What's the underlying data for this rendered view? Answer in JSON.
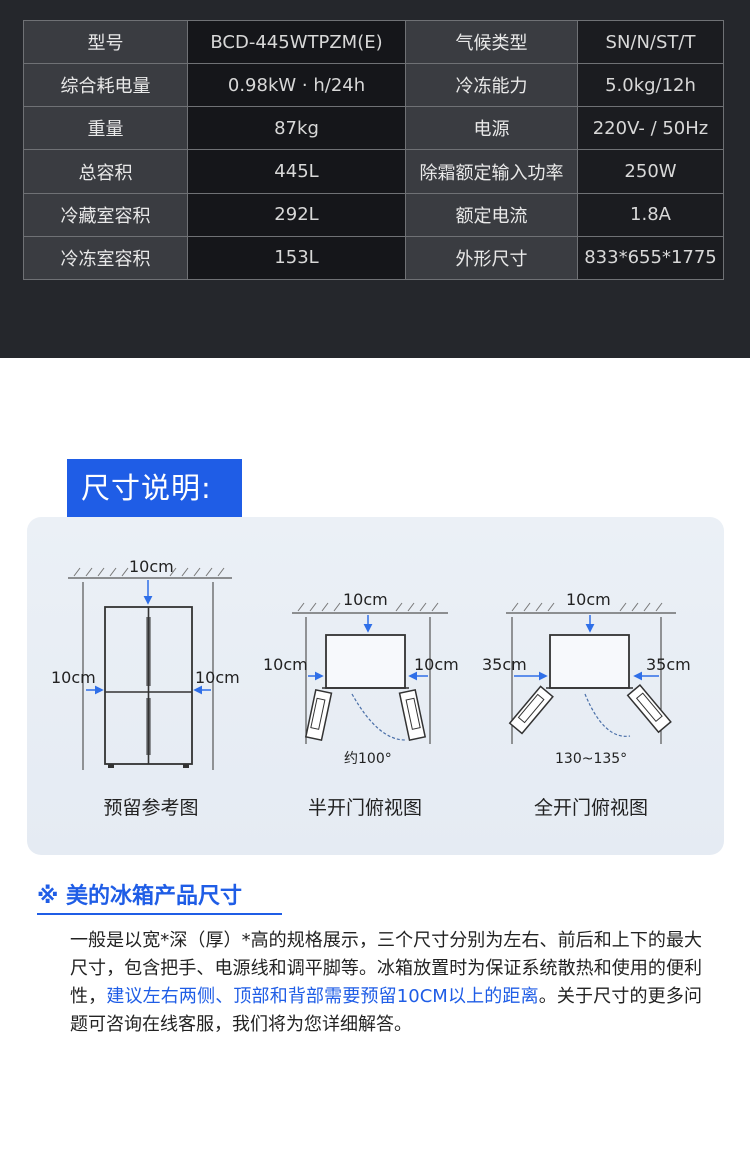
{
  "specs": {
    "rows": [
      {
        "l1": "型号",
        "v1": "BCD-445WTPZM(E)",
        "l2": "气候类型",
        "v2": "SN/N/ST/T"
      },
      {
        "l1": "综合耗电量",
        "v1": "0.98kW · h/24h",
        "l2": "冷冻能力",
        "v2": "5.0kg/12h"
      },
      {
        "l1": "重量",
        "v1": "87kg",
        "l2": "电源",
        "v2": "220V- / 50Hz"
      },
      {
        "l1": "总容积",
        "v1": "445L",
        "l2": "除霜额定输入功率",
        "v2": "250W"
      },
      {
        "l1": "冷藏室容积",
        "v1": "292L",
        "l2": "额定电流",
        "v2": "1.8A"
      },
      {
        "l1": "冷冻室容积",
        "v1": "153L",
        "l2": "外形尺寸",
        "v2": "833*655*1775"
      }
    ]
  },
  "dimensions": {
    "heading": "尺寸说明:",
    "diagrams": [
      {
        "caption": "预留参考图",
        "top": "10cm",
        "left": "10cm",
        "right": "10cm"
      },
      {
        "caption": "半开门俯视图",
        "top": "10cm",
        "left": "10cm",
        "right": "10cm",
        "angle": "约100°"
      },
      {
        "caption": "全开门俯视图",
        "top": "10cm",
        "left": "35cm",
        "right": "35cm",
        "angle": "130~135°"
      }
    ]
  },
  "note": {
    "title": "※ 美的冰箱产品尺寸",
    "text_before": "一般是以宽*深（厚）*高的规格展示，三个尺寸分别为左右、前后和上下的最大尺寸，包含把手、电源线和调平脚等。冰箱放置时为保证系统散热和使用的便利性，",
    "highlight": "建议左右两侧、顶部和背部需要预留10CM以上的距离",
    "text_after": "。关于尺寸的更多问题可咨询在线客服，我们将为您详细解答。"
  },
  "colors": {
    "accent": "#1f5de6",
    "dark_bg": "#25272c"
  }
}
